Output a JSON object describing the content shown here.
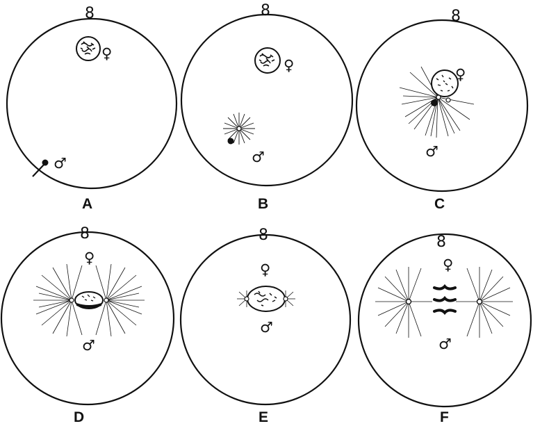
{
  "panels": [
    {
      "label": "A",
      "female_symbol": "♀",
      "male_symbol": "♂",
      "polar_bodies_symbol": "8"
    },
    {
      "label": "B",
      "female_symbol": "♀",
      "male_symbol": "♂",
      "polar_bodies_symbol": "8"
    },
    {
      "label": "C",
      "female_symbol": "♀",
      "male_symbol": "♂",
      "polar_bodies_symbol": "8"
    },
    {
      "label": "D",
      "female_symbol": "♀",
      "male_symbol": "♂",
      "polar_bodies_symbol": "8"
    },
    {
      "label": "E",
      "female_symbol": "♀",
      "male_symbol": "♂",
      "polar_bodies_symbol": "8"
    },
    {
      "label": "F",
      "female_symbol": "♀",
      "male_symbol": "♂",
      "polar_bodies_symbol": "8"
    }
  ],
  "colors": {
    "ink": "#111111",
    "background": "#ffffff"
  }
}
